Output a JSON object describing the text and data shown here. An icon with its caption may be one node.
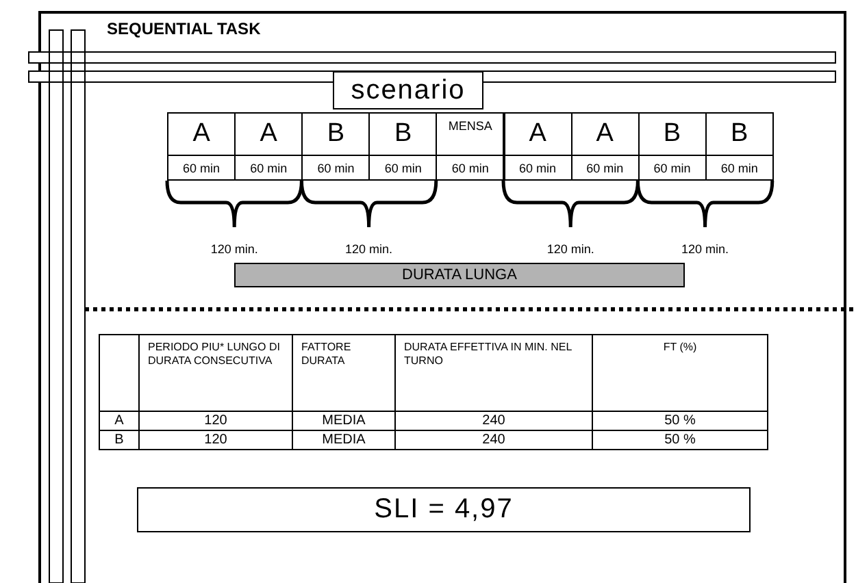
{
  "diagram": {
    "title": "SEQUENTIAL TASK",
    "nodes": [
      {
        "text": [
          "scenario"
        ]
      },
      {
        "text": [
          "DURATA LUNGA"
        ]
      },
      {
        "text": [
          "SLI = 4,97"
        ]
      }
    ],
    "labels": [
      "A",
      "A",
      "B",
      "B",
      "MENSA",
      "A",
      "A",
      "B",
      "B",
      "60 min",
      "60 min",
      "60 min",
      "60 min",
      "60 min",
      "60 min",
      "60 min",
      "60 min",
      "60 min",
      "120 min.",
      "120 min.",
      "120 min.",
      "120 min.",
      "PERIODO PIU* LUNGO DI DURATA CONSECUTIVA",
      "FATTORE DURATA",
      "DURATA EFFETTIVA IN MIN. NEL TURNO",
      "FT (%)",
      "A",
      "120",
      "MEDIA",
      "240",
      "50 %",
      "B",
      "120",
      "MEDIA",
      "240",
      "50 %"
    ]
  }
}
